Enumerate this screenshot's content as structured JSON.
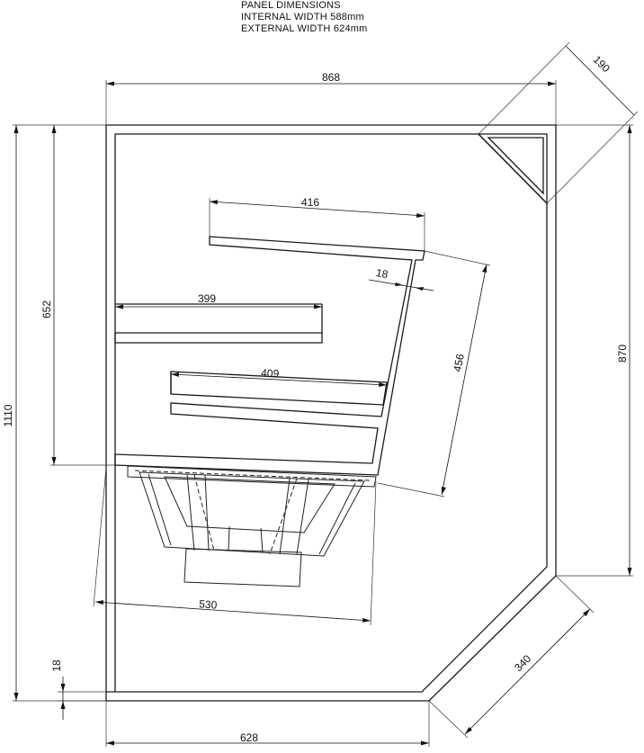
{
  "notes": {
    "line1": "PANEL DIMENSIONS",
    "line2": "INTERNAL WIDTH 588mm",
    "line3": "EXTERNAL WIDTH 624mm"
  },
  "dimensions": {
    "top_width": "868",
    "corner_chamfer": "190",
    "total_height": "1110",
    "inner_height": "652",
    "right_height": "870",
    "upper_baffle": "416",
    "panel_thickness": "18",
    "slanted_panel": "456",
    "left_shelf": "399",
    "middle_baffle": "409",
    "driver_baffle": "530",
    "bottom_width": "628",
    "bottom_chamfer": "340",
    "bottom_thickness": "18"
  }
}
